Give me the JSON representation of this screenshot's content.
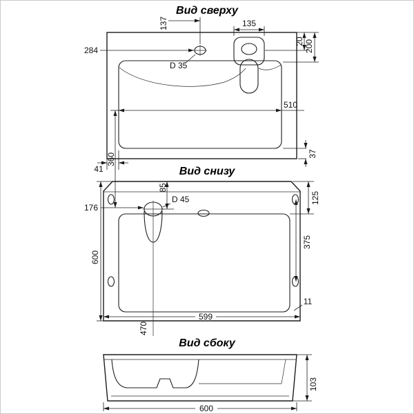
{
  "colors": {
    "line": "#1c1c1c",
    "frame_border": "#c8c8c8",
    "background": "#ffffff"
  },
  "views": {
    "top": {
      "title": "Вид сверху",
      "dims": {
        "d137": "137",
        "d135": "135",
        "d284": "284",
        "d20": "20",
        "d200": "200",
        "hole": "D 35",
        "d510": "510",
        "d41": "41",
        "d360": "360",
        "d37": "37"
      }
    },
    "bottom": {
      "title": "Вид снизу",
      "dims": {
        "d85": "85",
        "d176": "176",
        "hole": "D 45",
        "d125": "125",
        "d375": "375",
        "d600": "600",
        "d11": "11",
        "d599": "599",
        "d470": "470"
      }
    },
    "side": {
      "title": "Вид сбоку",
      "dims": {
        "d103": "103",
        "d600": "600"
      }
    }
  }
}
